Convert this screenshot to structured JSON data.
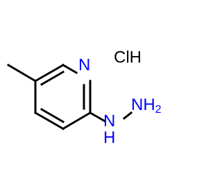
{
  "molecule": {
    "colors": {
      "carbon": "#000000",
      "nitrogen": "#0000ff",
      "salt": "#000000"
    },
    "atoms": {
      "ring_nitrogen": "N",
      "hydrazine_nh": "N",
      "hydrazine_nh_h": "H",
      "hydrazine_nh2": "NH",
      "hydrazine_nh2_subscript": "2"
    },
    "salt_label": "ClH"
  }
}
